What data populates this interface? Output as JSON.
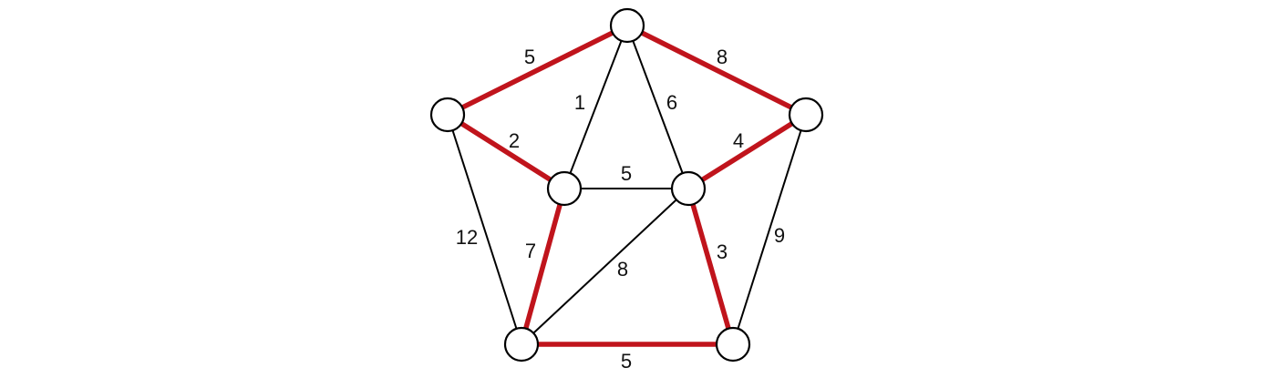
{
  "graph": {
    "nodes": [
      "top",
      "left",
      "right",
      "inner-left",
      "inner-right",
      "bottom-left",
      "bottom-right"
    ],
    "highlight_color": "#c0141c",
    "edge_color": "#000000",
    "edges": [
      {
        "from": "top",
        "to": "left",
        "weight": "5",
        "highlighted": true
      },
      {
        "from": "top",
        "to": "right",
        "weight": "8",
        "highlighted": true
      },
      {
        "from": "left",
        "to": "inner-left",
        "weight": "2",
        "highlighted": true
      },
      {
        "from": "top",
        "to": "inner-left",
        "weight": "1",
        "highlighted": false
      },
      {
        "from": "top",
        "to": "inner-right",
        "weight": "6",
        "highlighted": false
      },
      {
        "from": "inner-right",
        "to": "right",
        "weight": "4",
        "highlighted": true
      },
      {
        "from": "inner-left",
        "to": "inner-right",
        "weight": "5",
        "highlighted": false
      },
      {
        "from": "left",
        "to": "bottom-left",
        "weight": "12",
        "highlighted": false
      },
      {
        "from": "inner-left",
        "to": "bottom-left",
        "weight": "7",
        "highlighted": true
      },
      {
        "from": "inner-right",
        "to": "bottom-left",
        "weight": "8",
        "highlighted": false
      },
      {
        "from": "inner-right",
        "to": "bottom-right",
        "weight": "3",
        "highlighted": true
      },
      {
        "from": "right",
        "to": "bottom-right",
        "weight": "9",
        "highlighted": false
      },
      {
        "from": "bottom-left",
        "to": "bottom-right",
        "weight": "5",
        "highlighted": true
      }
    ]
  }
}
